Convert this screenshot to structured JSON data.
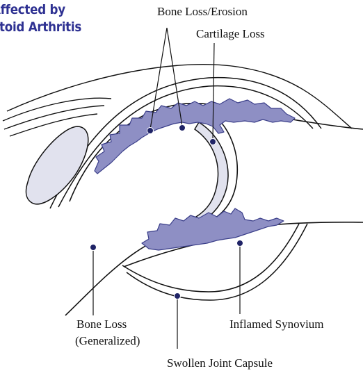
{
  "title": {
    "line1": "Affected by",
    "line2": "atoid Arthritis"
  },
  "labels": {
    "bone_loss_erosion": "Bone Loss/Erosion",
    "cartilage_loss": "Cartilage Loss",
    "bone_loss_generalized_line1": "Bone Loss",
    "bone_loss_generalized_line2": "(Generalized)",
    "inflamed_synovium": "Inflamed Synovium",
    "swollen_joint_capsule": "Swollen Joint Capsule"
  },
  "colors": {
    "title": "#2e3192",
    "synovium_fill": "#8e8fc4",
    "synovium_stroke": "#3b3f8a",
    "cartilage_fill": "#e1e2ee",
    "marker": "#1f2366",
    "line": "#111111"
  }
}
